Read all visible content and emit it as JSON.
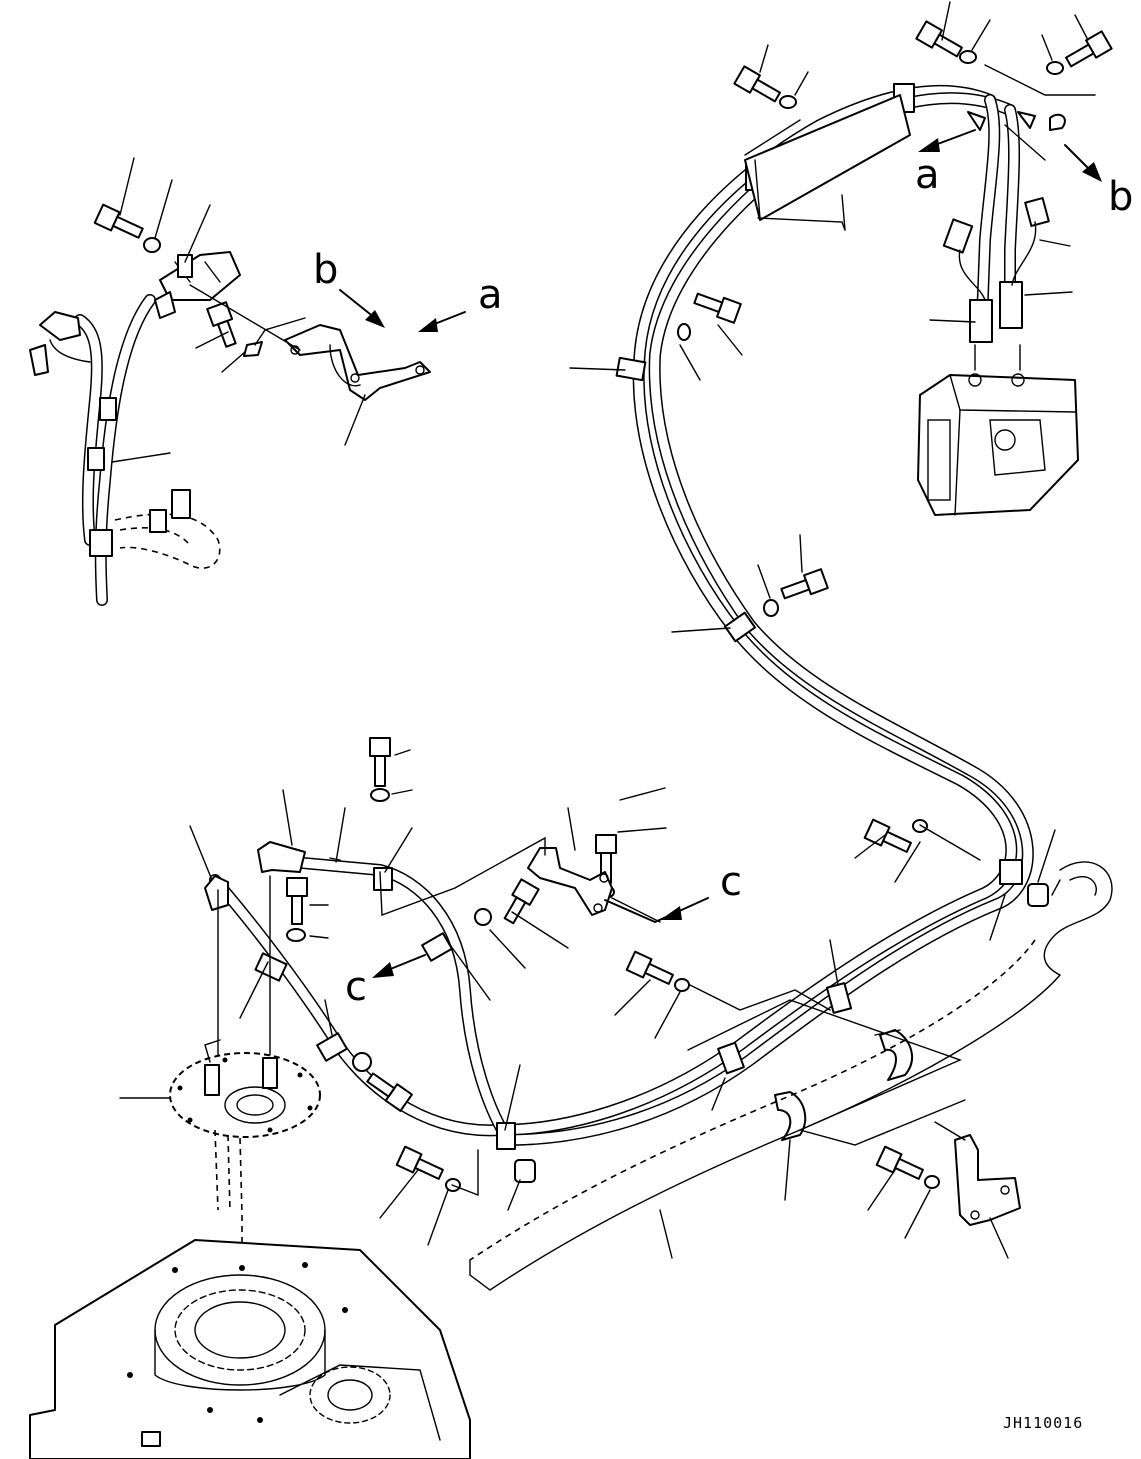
{
  "diagram": {
    "callouts": {
      "a1": "a",
      "a2": "a",
      "b1": "b",
      "b2": "b",
      "c1": "c",
      "c2": "c"
    },
    "drawing_code": "JH110016"
  }
}
